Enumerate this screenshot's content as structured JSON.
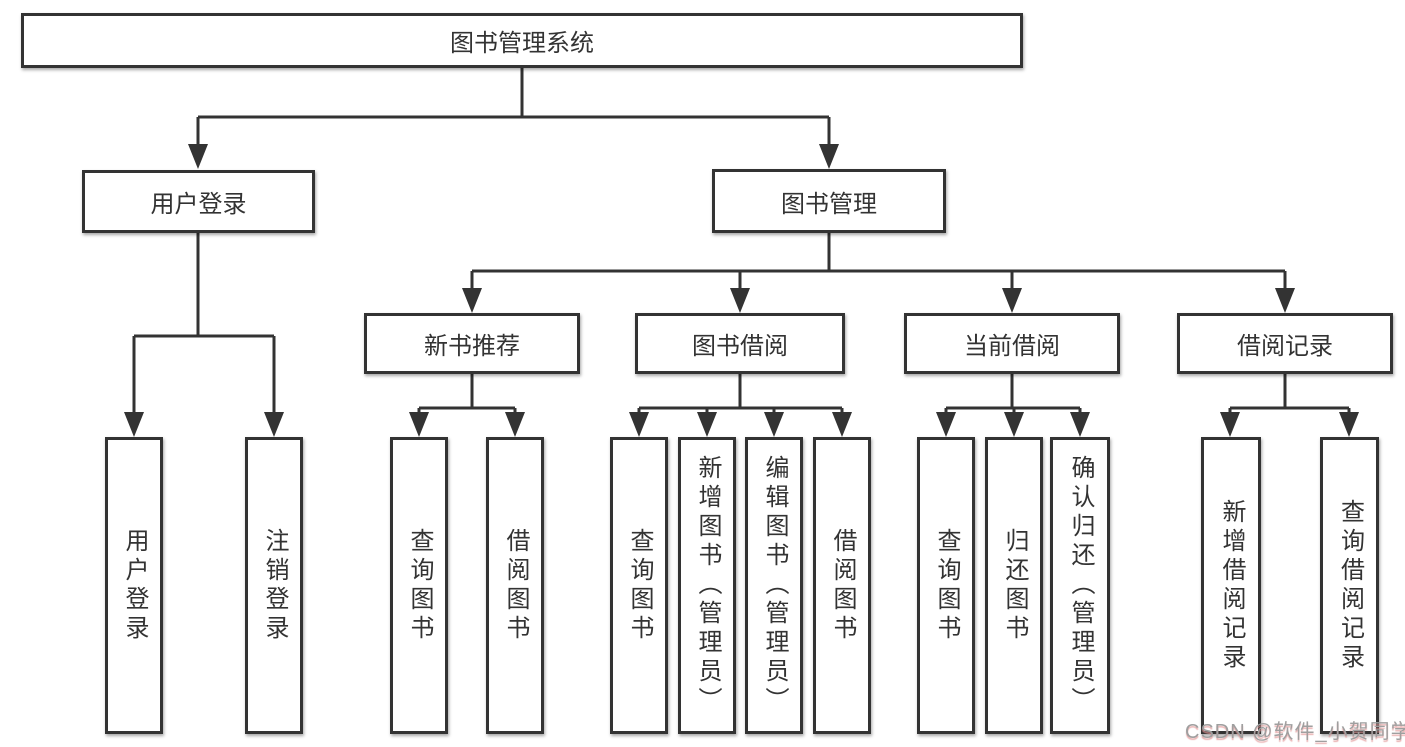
{
  "tree": {
    "root": {
      "label": "图书管理系统",
      "children": [
        {
          "label": "用户登录",
          "children": [
            {
              "label": "用户登录"
            },
            {
              "label": "注销登录"
            }
          ]
        },
        {
          "label": "图书管理",
          "children": [
            {
              "label": "新书推荐",
              "children": [
                {
                  "label": "查询图书"
                },
                {
                  "label": "借阅图书"
                }
              ]
            },
            {
              "label": "图书借阅",
              "children": [
                {
                  "label": "查询图书"
                },
                {
                  "label": "新增图书（管理员）"
                },
                {
                  "label": "编辑图书（管理员）"
                },
                {
                  "label": "借阅图书"
                }
              ]
            },
            {
              "label": "当前借阅",
              "children": [
                {
                  "label": "查询图书"
                },
                {
                  "label": "归还图书"
                },
                {
                  "label": "确认归还（管理员）"
                }
              ]
            },
            {
              "label": "借阅记录",
              "children": [
                {
                  "label": "新增借阅记录"
                },
                {
                  "label": "查询借阅记录"
                }
              ]
            }
          ]
        }
      ]
    }
  },
  "colors": {
    "line": "#333333",
    "box_border": "#333333",
    "text": "#333333",
    "watermark": "#9f9f9f"
  },
  "watermark": {
    "text": "CSDN @软件_小贺同学"
  }
}
